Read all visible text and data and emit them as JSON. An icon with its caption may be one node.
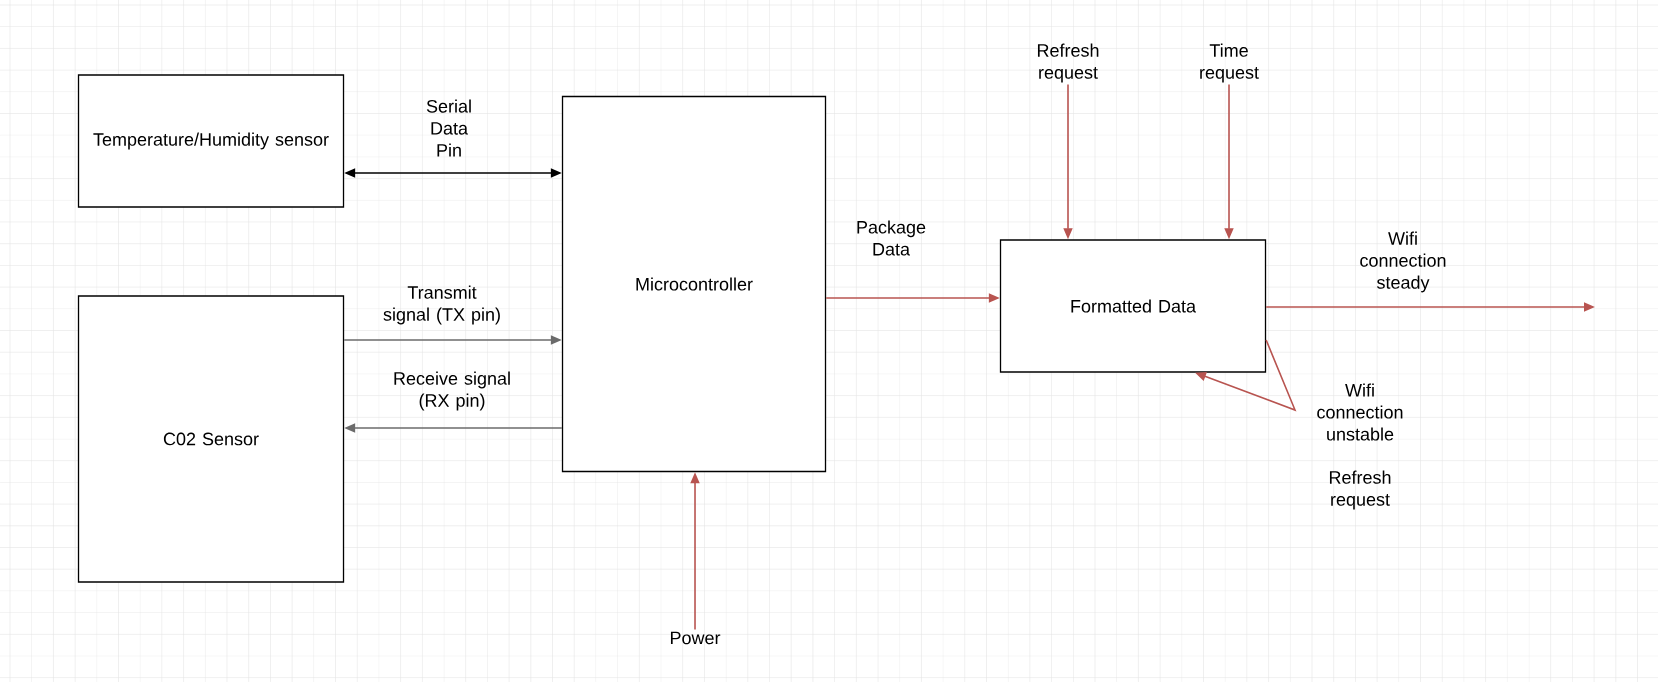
{
  "diagram": {
    "nodes": [
      {
        "text": [
          "Temperature/Humidity sensor"
        ]
      },
      {
        "text": [
          "Microcontroller"
        ]
      },
      {
        "text": [
          "C02 Sensor"
        ]
      },
      {
        "text": [
          "Formatted Data"
        ]
      },
      {
        "text": [
          "Refresh request"
        ]
      },
      {
        "text": [
          "Time request"
        ]
      },
      {
        "text": [
          "Power"
        ]
      }
    ],
    "edges": [
      {
        "from": 0,
        "to": 1,
        "arrow": "both",
        "label": "Serial Data Pin",
        "color": "#000000"
      },
      {
        "from": 2,
        "to": 1,
        "arrow": "to",
        "label": "Transmit signal (TX pin)",
        "color": "#6b6b6b"
      },
      {
        "from": 1,
        "to": 2,
        "arrow": "to",
        "label": "Receive signal (RX pin)",
        "color": "#6b6b6b"
      },
      {
        "from": 1,
        "to": 3,
        "arrow": "to",
        "label": "Package Data"
      },
      {
        "from": 4,
        "to": 3,
        "arrow": "to"
      },
      {
        "from": 5,
        "to": 3,
        "arrow": "to"
      },
      {
        "from": 6,
        "to": 1,
        "arrow": "to"
      },
      {
        "from": 3,
        "to": null,
        "arrow": "to",
        "label": "Wifi connection steady"
      },
      {
        "from": 3,
        "to": 3,
        "arrow": "to",
        "label": "Wifi connection unstable"
      }
    ],
    "labels": [
      "Refresh request"
    ]
  }
}
